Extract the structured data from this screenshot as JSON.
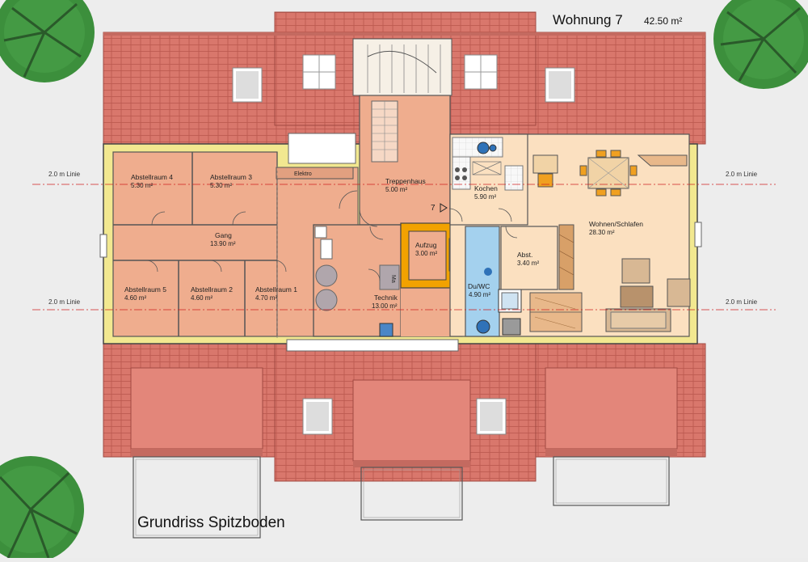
{
  "header": {
    "unit_title": "Wohnung 7",
    "unit_area": "42.50 m²"
  },
  "footer": {
    "plan_title": "Grundriss Spitzboden"
  },
  "height_lines": {
    "upper_left": "2.0 m Linie",
    "upper_right": "2.0 m Linie",
    "lower_left": "2.0 m Linie",
    "lower_right": "2.0 m Linie"
  },
  "rooms": {
    "abstellraum4": {
      "name": "Abstellraum 4",
      "area": "5.30 m²"
    },
    "abstellraum3": {
      "name": "Abstellraum 3",
      "area": "5.30 m²"
    },
    "gang": {
      "name": "Gang",
      "area": "13.90 m²"
    },
    "abstellraum5": {
      "name": "Abstellraum 5",
      "area": "4.60 m²"
    },
    "abstellraum2": {
      "name": "Abstellraum 2",
      "area": "4.60 m²"
    },
    "abstellraum1": {
      "name": "Abstellraum 1",
      "area": "4.70 m²"
    },
    "treppenhaus": {
      "name": "Treppenhaus",
      "area": "5.00 m²"
    },
    "aufzug": {
      "name": "Aufzug",
      "area": "3.00 m²"
    },
    "technik": {
      "name": "Technik",
      "area": "13.00 m²"
    },
    "kochen": {
      "name": "Kochen",
      "area": "5.90 m²"
    },
    "duwc": {
      "name": "Du/WC",
      "area": "4.90 m²"
    },
    "abst": {
      "name": "Abst.",
      "area": "3.40 m²"
    },
    "wohnen": {
      "name": "Wohnen/Schlafen",
      "area": "28.30 m²"
    }
  },
  "labels": {
    "elektro": "Elektro",
    "unit_number": "7",
    "machine": "Ma"
  },
  "colors": {
    "roof": "#d9776c",
    "roof_lines": "#b8564c",
    "storage": "#efad8e",
    "apartment": "#fbe0c0",
    "wall": "#f2e890",
    "bath": "#a4d1ee",
    "elevator": "#f2a200",
    "tree": "#3c8f3c",
    "height_line": "#d02020"
  }
}
